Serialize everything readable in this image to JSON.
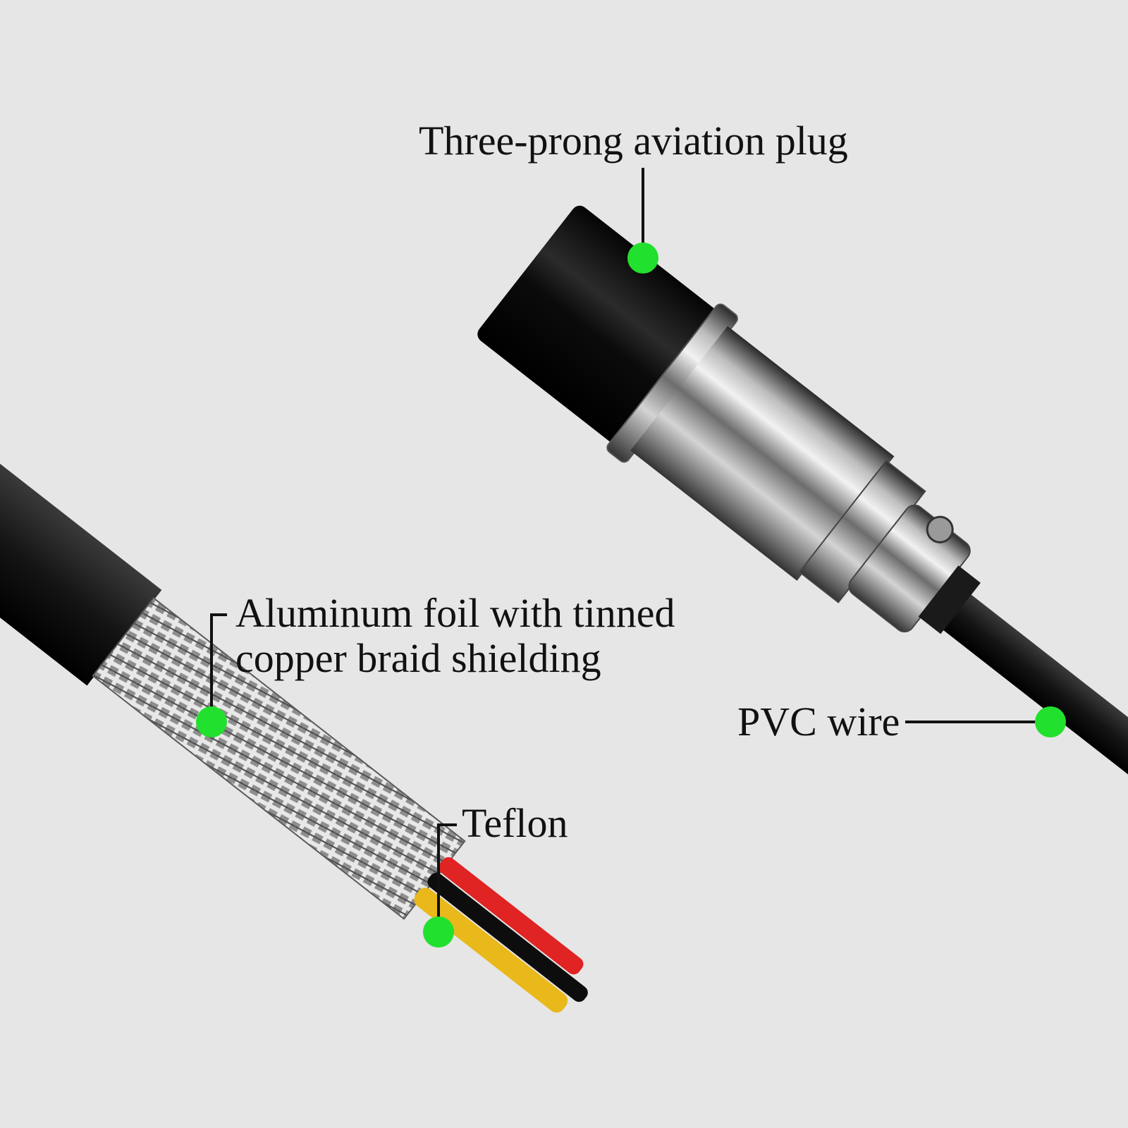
{
  "colors": {
    "background": "#e6e6e6",
    "marker": "#22e02e",
    "leader_line": "#111111",
    "label_text": "#111111"
  },
  "labels": {
    "plug": "Three-prong aviation plug",
    "shield_line1": "Aluminum foil with tinned",
    "shield_line2": "copper braid shielding",
    "teflon": "Teflon",
    "pvc": "PVC wire"
  },
  "icons": {
    "marker": "green-dot-icon"
  }
}
